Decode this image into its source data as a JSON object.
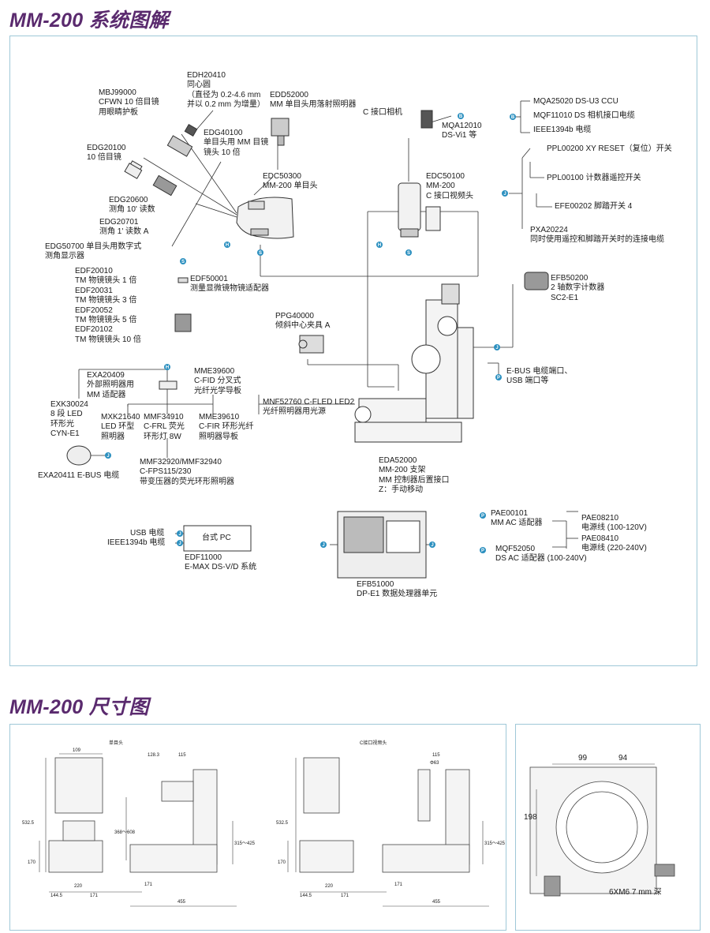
{
  "titles": {
    "system": "MM-200 系统图解",
    "dimension": "MM-200 尺寸图"
  },
  "labels": {
    "edh20410": "EDH20410\n同心圆\n（直径为 0.2-4.6 mm\n并以 0.2 mm 为增量）",
    "edd52000": "EDD52000\nMM 单目头用落射照明器",
    "cmount_cam": "C 接口相机",
    "mqa12010": "MQA12010\nDS-Vi1 等",
    "mqa25020": "MQA25020 DS-U3 CCU",
    "mqf11010": "MQF11010 DS 相机接口电缆",
    "ieee_cable": "IEEE1394b 电缆",
    "mbj99000": "MBJ99000\nCFWN 10 倍目镜\n用眼睛护板",
    "edg40100": "EDG40100\n单目头用 MM 目镜\n镜头 10 倍",
    "edg20100": "EDG20100\n10 倍目镜",
    "edc50300": "EDC50300\nMM-200 单目头",
    "edc50100": "EDC50100\nMM-200\nC 接口视频头",
    "ppl00200": "PPL00200 XY RESET（复位）开关",
    "ppl00100": "PPL00100 计数器遥控开关",
    "efe00202": "EFE00202 脚踏开关 4",
    "pxa20224": "PXA20224\n同时使用遥控和脚踏开关时的连接电缆",
    "edg20600": "EDG20600\n测角 10' 读数",
    "edg20701": "EDG20701\n测角 1' 读数 A",
    "edg50700": "EDG50700 单目头用数字式\n测角显示器",
    "edf_lenses": "EDF20010\nTM 物镜镜头 1 倍\nEDF20031\nTM 物镜镜头 3 倍\nEDF20052\nTM 物镜镜头 5 倍\nEDF20102\nTM 物镜镜头 10 倍",
    "edf50001": "EDF50001\n测量显微镜物镜适配器",
    "efb50200": "EFB50200\n2 轴数字计数器\nSC2-E1",
    "ppg40000": "PPG40000\n倾斜中心夹具 A",
    "ebus_port": "E-BUS 电缆端口、\nUSB 端口等",
    "exa20409": "EXA20409\n外部照明器用\nMM 适配器",
    "mme39600": "MME39600\nC-FID 分叉式\n光纤光学导板",
    "exk30024": "EXK30024\n8 段 LED\n环形光\nCYN-E1",
    "mxk21640": "MXK21640\nLED 环型\n照明器",
    "mmf34910": "MMF34910\nC-FRL 荧光\n环形灯 8W",
    "mme39610": "MME39610\nC-FIR 环形光纤\n照明器导板",
    "mnf52760": "MNF52760 C-FLED LED2\n光纤照明器用光源",
    "mmf32920": "MMF32920/MMF32940\nC-FPS115/230\n带变压器的荧光环形照明器",
    "exa20411": "EXA20411 E-BUS 电缆",
    "eda52000": "EDA52000\nMM-200 支架\nMM 控制器后置接口\nZ：手动移动",
    "usb_cable": "USB 电缆",
    "ieee_cable2": "IEEE1394b 电缆",
    "desktop_pc": "台式 PC",
    "edf11000": "EDF11000\nE-MAX DS-V/D 系统",
    "efb51000": "EFB51000\nDP-E1 数据处理器单元",
    "pae00101": "PAE00101\nMM AC 适配器",
    "pae08210": "PAE08210\n电源线 (100-120V)",
    "pae08410": "PAE08410\n电源线 (220-240V)",
    "mqf52050": "MQF52050\nDS AC 适配器 (100-240V)"
  },
  "dims": {
    "view1": "单目头",
    "view2": "C接口视频头",
    "d109": "109",
    "d1283": "128.3",
    "d115": "115",
    "d63": "Φ63",
    "d115b": "115",
    "d5325": "532.5",
    "d5325b": "532.5",
    "d368": "368～608",
    "d315": "315～425",
    "d315b": "315～425",
    "d170": "170",
    "d170b": "170",
    "d1445": "144.5",
    "d220": "220",
    "d171": "171",
    "d1445b": "144.5",
    "d220b": "220",
    "d171b": "171",
    "d171c": "171",
    "d455": "455",
    "d171d": "171",
    "d455b": "455",
    "d99": "99",
    "d94": "94",
    "d198": "198",
    "screw": "6XM6 7 mm 深"
  },
  "connectors": [
    "B",
    "H",
    "S",
    "H",
    "S",
    "S",
    "H",
    "B",
    "J",
    "J",
    "P",
    "J",
    "J",
    "J",
    "J",
    "J",
    "P",
    "P",
    "B"
  ]
}
